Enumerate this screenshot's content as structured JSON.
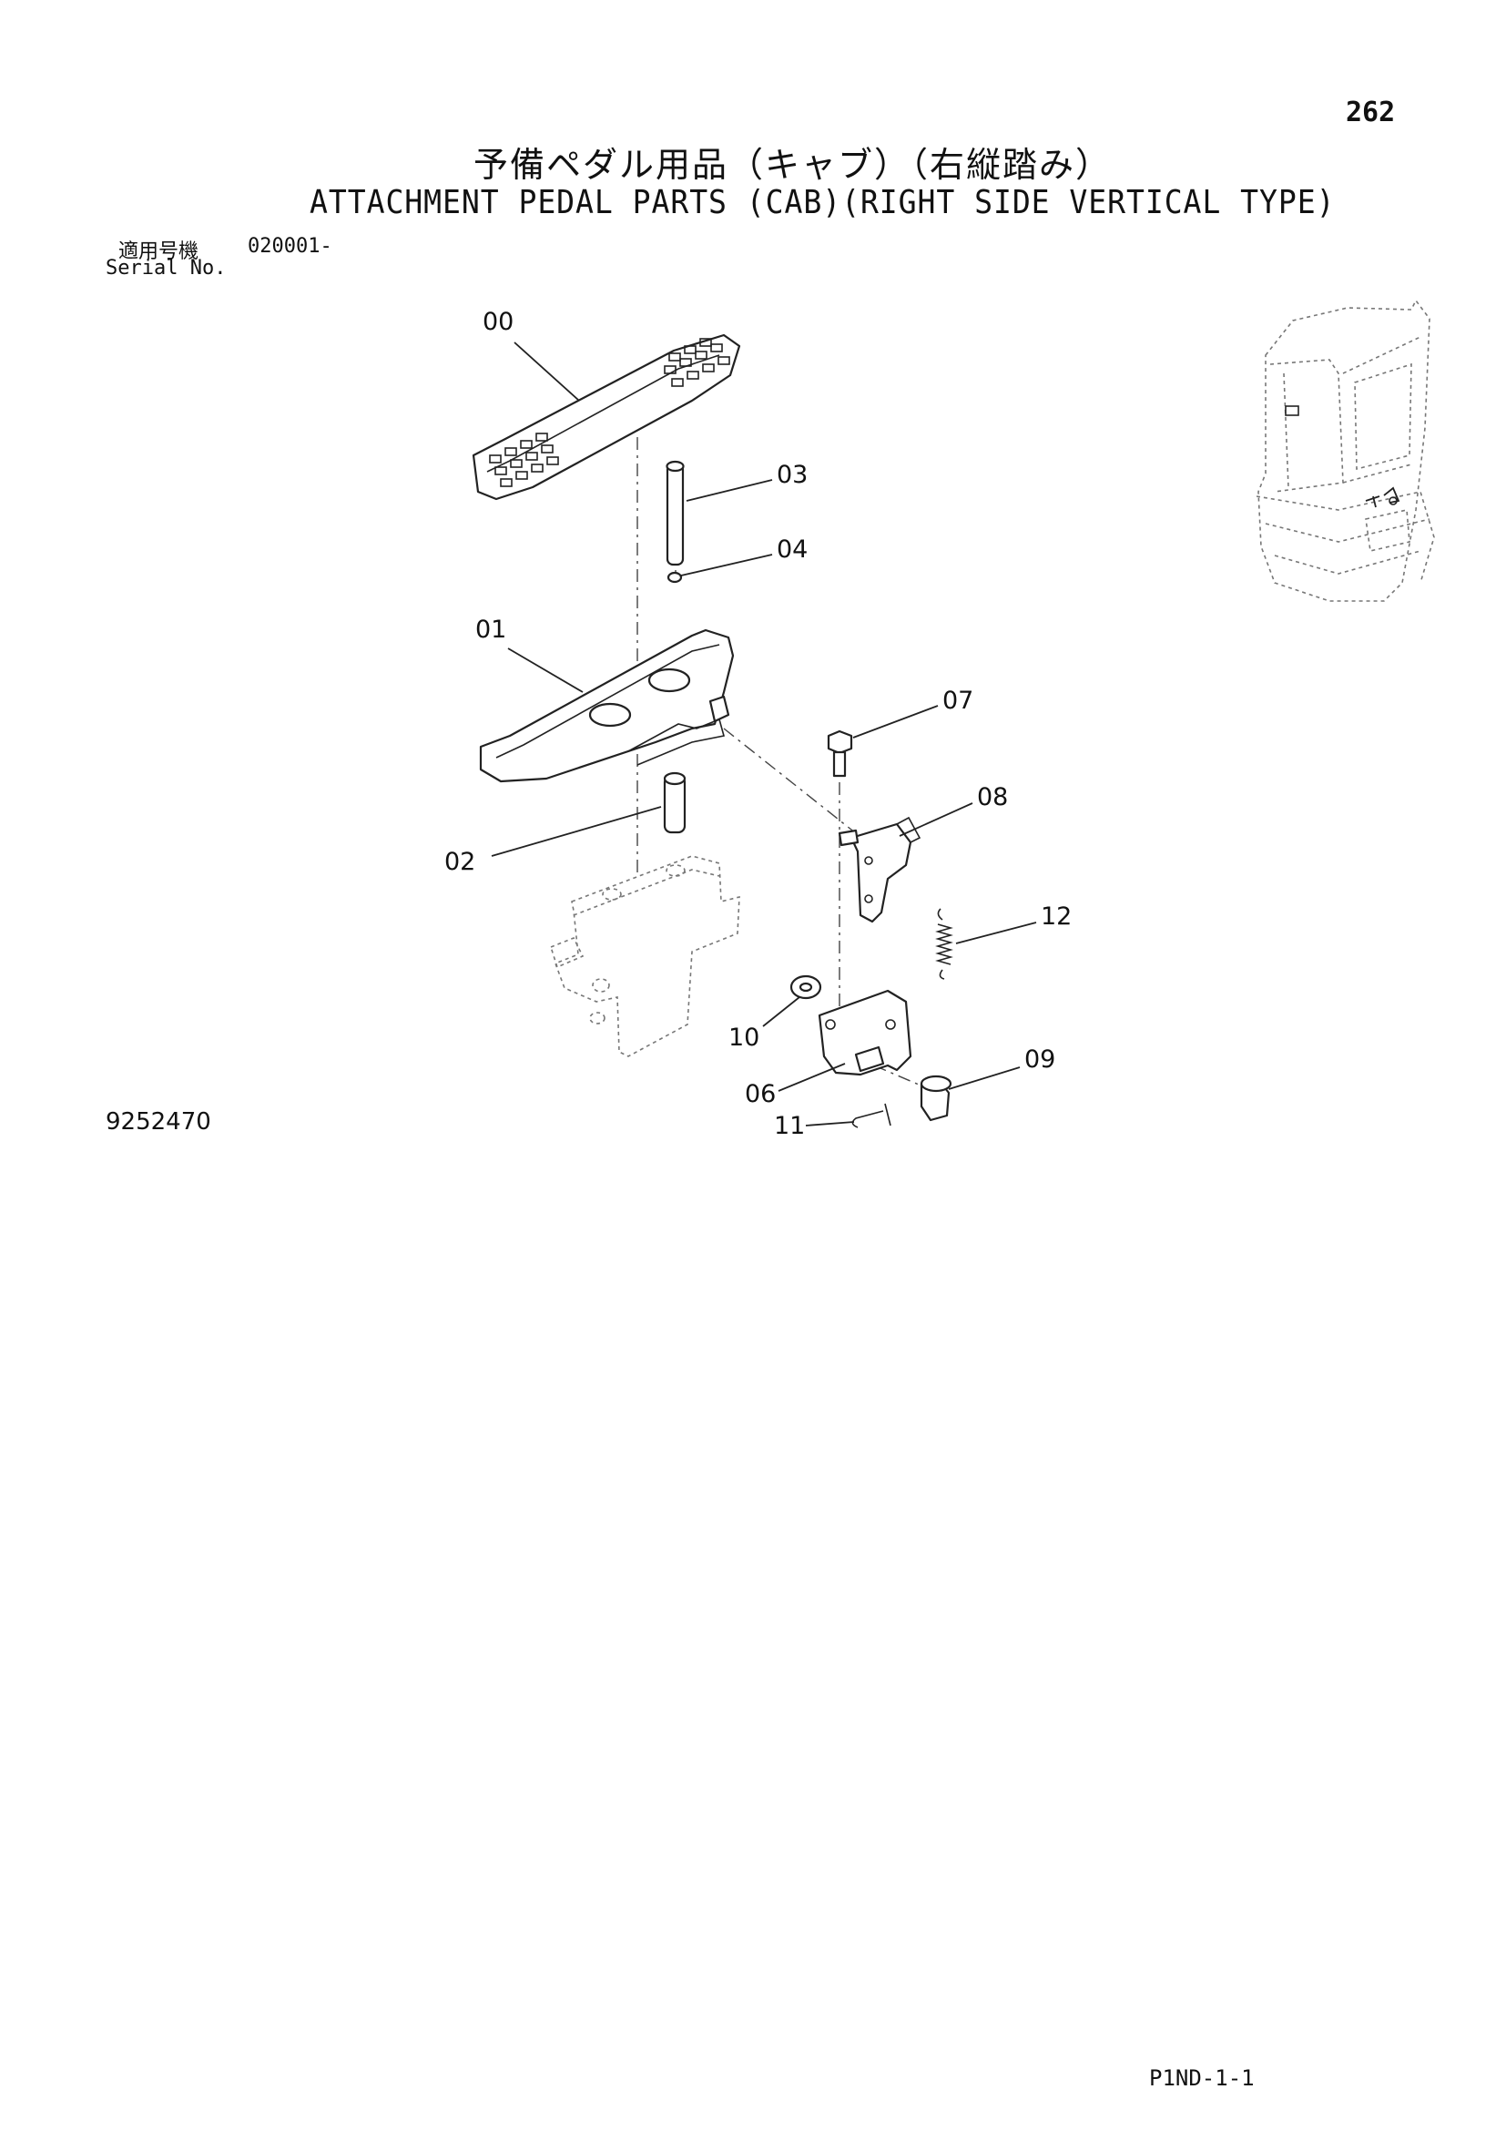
{
  "header": {
    "page_number": "262",
    "title_jp": "予備ペダル用品（キャブ）（右縦踏み）",
    "title_en": "ATTACHMENT PEDAL PARTS (CAB)(RIGHT SIDE VERTICAL TYPE)",
    "serial_label_jp": "適用号機",
    "serial_value": "020001-",
    "serial_label_en": "Serial No."
  },
  "diagram": {
    "number": "9252470",
    "callouts": [
      "00",
      "03",
      "04",
      "01",
      "07",
      "08",
      "12",
      "02",
      "10",
      "09",
      "06",
      "11"
    ]
  },
  "footer": {
    "code": "P1ND-1-1"
  }
}
